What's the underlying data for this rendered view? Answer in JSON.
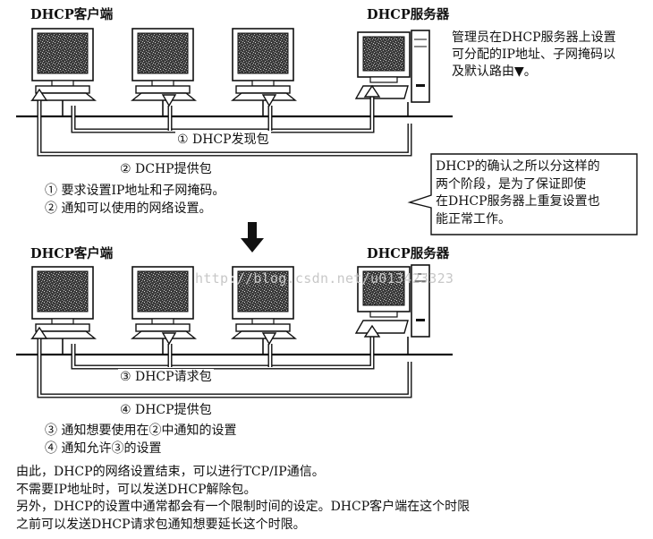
{
  "top": {
    "client_label": "DHCP客户端",
    "server_label": "DHCP服务器",
    "server_note": [
      "管理员在DHCP服务器上设置",
      "可分配的IP地址、子网掩码以",
      "及默认路由▼。"
    ],
    "discover_label": "① DHCP发现包",
    "offer_label": "② DCHP提供包",
    "notes": [
      "① 要求设置IP地址和子网掩码。",
      "② 通知可以使用的网络设置。"
    ]
  },
  "callout": [
    "DHCP的确认之所以分这样的",
    "两个阶段，是为了保证即使",
    "在DHCP服务器上重复设置也",
    "能正常工作。"
  ],
  "watermark": "http://blog.csdn.net/u013423323",
  "bottom": {
    "client_label": "DHCP客户端",
    "server_label": "DHCP服务器",
    "request_label": "③ DHCP请求包",
    "ack_label": "④ DHCP提供包",
    "notes": [
      "③ 通知想要使用在②中通知的设置",
      "④ 通知允许③的设置"
    ]
  },
  "footer": [
    "由此，DHCP的网络设置结束，可以进行TCP/IP通信。",
    "不需要IP地址时，可以发送DHCP解除包。",
    "另外，DHCP的设置中通常都会有一个限制时间的设定。DHCP客户端在这个时限",
    "之前可以发送DHCP请求包通知想要延长这个时限。"
  ]
}
